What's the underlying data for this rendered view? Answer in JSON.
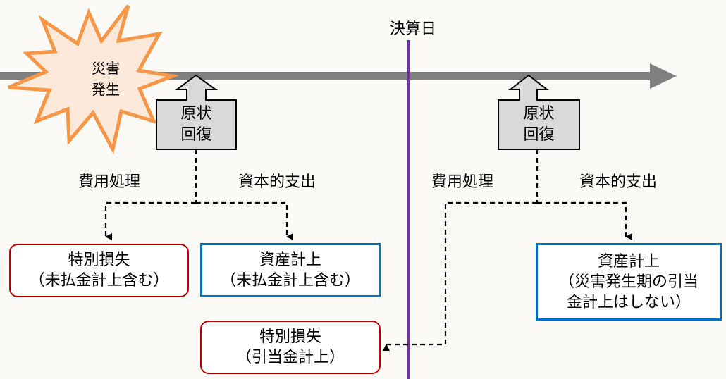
{
  "diagram": {
    "title_marker": "決算日",
    "event": {
      "line1": "災害",
      "line2": "発生",
      "icon": "starburst-icon"
    },
    "timeline": {
      "icon": "timeline-arrow"
    },
    "colors": {
      "background": "#fbfaf6",
      "timeline": "#808080",
      "fiscal_line": "#7030a0",
      "burst_stroke": "#f79646",
      "burst_fill": "#fde9d9",
      "restore_fill": "#d9d9d9",
      "loss_border": "#c00000",
      "asset_border": "#0070c0"
    },
    "before_closing": {
      "restore": {
        "line1": "原状",
        "line2": "回復"
      },
      "branch_expense_label": "費用処理",
      "branch_capital_label": "資本的支出",
      "loss_box": {
        "line1": "特別損失",
        "line2": "（未払金計上含む）"
      },
      "asset_box": {
        "line1": "資産計上",
        "line2": "（未払金計上含む）"
      }
    },
    "after_closing": {
      "restore": {
        "line1": "原状",
        "line2": "回復"
      },
      "branch_expense_label": "費用処理",
      "branch_capital_label": "資本的支出",
      "asset_box": {
        "line1": "資産計上",
        "line2": "（災害発生期の引当",
        "line3": "金計上はしない）"
      },
      "loss_box": {
        "line1": "特別損失",
        "line2": "（引当金計上）"
      }
    }
  }
}
